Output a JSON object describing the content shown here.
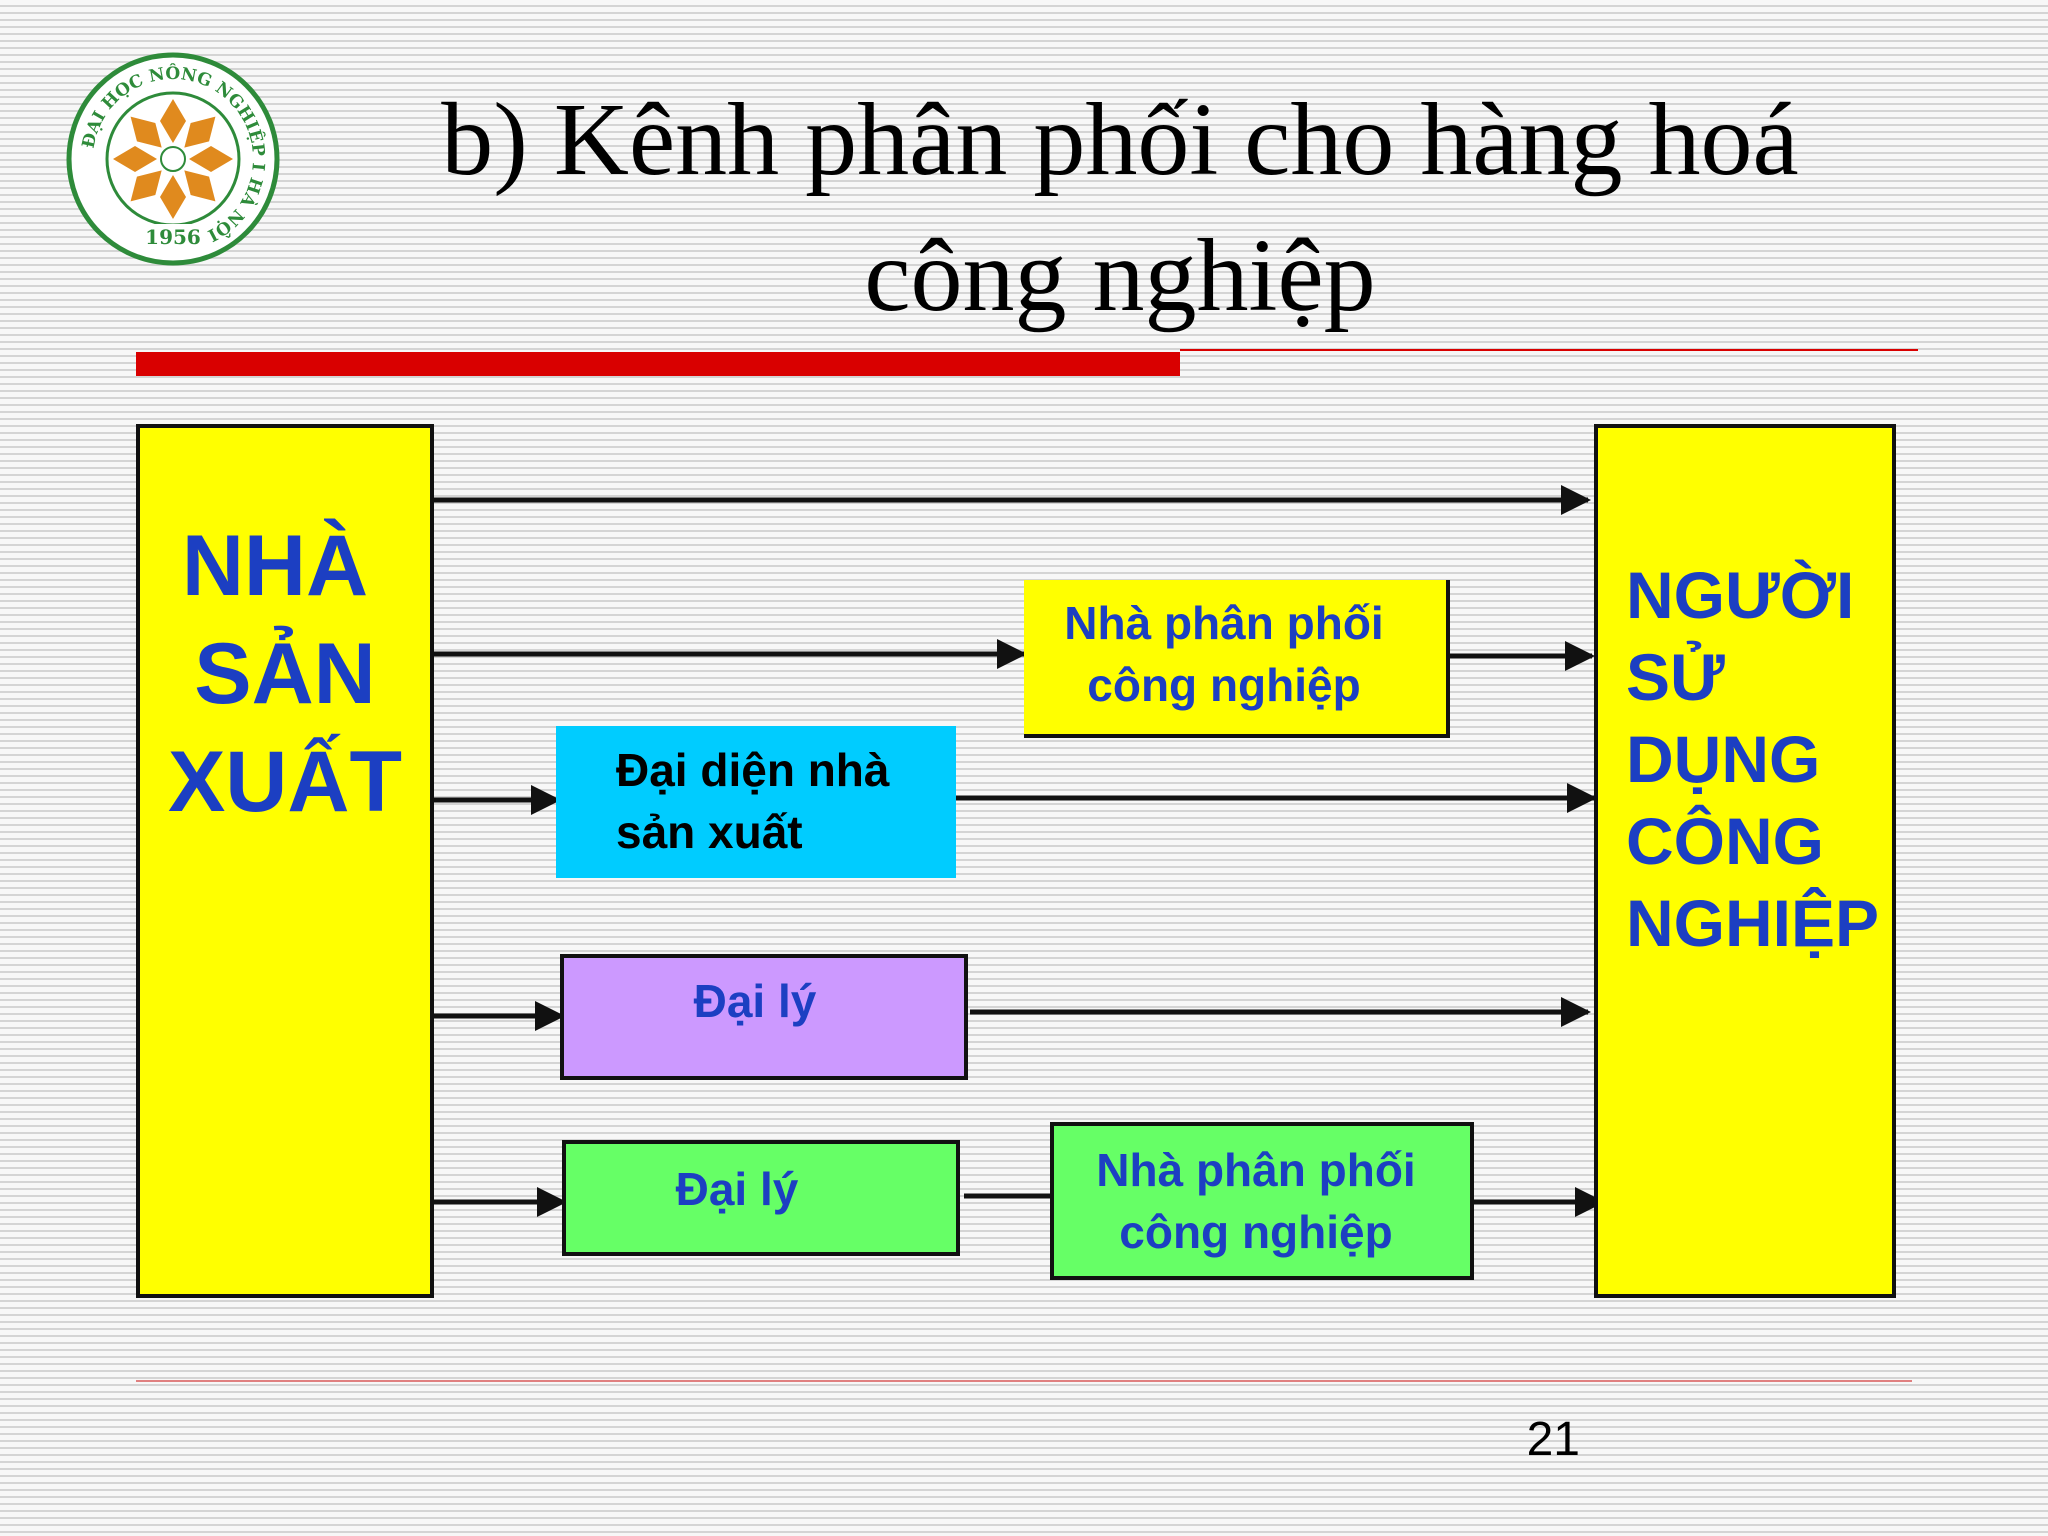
{
  "title": {
    "line1": "b) Kênh phân phối cho hàng hoá",
    "line2": "công nghiệp"
  },
  "logo": {
    "ring_text": "ĐẠI HỌC NÔNG NGHIỆP I HÀ NỘI",
    "year": "1956"
  },
  "diagram": {
    "producer": {
      "lines": [
        "NHÀ",
        "SẢN",
        "XUẤT"
      ]
    },
    "consumer": {
      "lines": [
        "NGƯỜI",
        "SỬ",
        "DỤNG",
        "CÔNG",
        "NGHIỆP"
      ]
    },
    "distributor_1": {
      "line1": "Nhà phân phối",
      "line2": "công nghiệp"
    },
    "manufacturer_rep": {
      "line1": "Đại diện nhà",
      "line2": "sản xuất"
    },
    "agent_1": {
      "label": "Đại lý"
    },
    "agent_2": {
      "label": "Đại lý"
    },
    "distributor_2": {
      "line1": "Nhà phân phối",
      "line2": "công nghiệp"
    }
  },
  "page_number": "21",
  "colors": {
    "title_rule": "#d90000",
    "producer_fill": "#ffff00",
    "consumer_fill": "#ffff00",
    "distributor_1_fill": "#ffff00",
    "manufacturer_rep_fill": "#00ccff",
    "agent_1_fill": "#cc99ff",
    "agent_2_fill": "#66ff66",
    "distributor_2_fill": "#66ff66",
    "box_text_blue": "#1c3fc2"
  }
}
